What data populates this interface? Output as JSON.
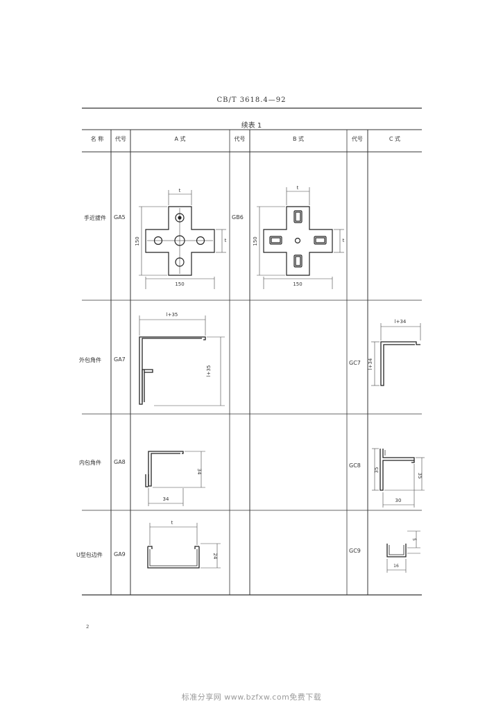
{
  "header": {
    "standard_no": "CB/T 3618.4—92",
    "continuation": "续表 1"
  },
  "columns": {
    "name": "名  称",
    "code_a": "代号",
    "style_a": "A  式",
    "code_b": "代号",
    "style_b": "B  式",
    "code_c": "代号",
    "style_c": "C  式"
  },
  "rows": [
    {
      "name": "手近拔件",
      "code_a": "GA5",
      "code_b": "GB6",
      "code_c": ""
    },
    {
      "name": "外包角件",
      "code_a": "GA7",
      "code_b": "",
      "code_c": "GC7"
    },
    {
      "name": "内包角件",
      "code_a": "GA8",
      "code_b": "",
      "code_c": "GC8"
    },
    {
      "name": "U型包边件",
      "code_a": "GA9",
      "code_b": "",
      "code_c": "GC9"
    }
  ],
  "dims": {
    "ga5_top": "t",
    "ga5_left": "150",
    "ga5_right": "t",
    "ga5_bottom": "150",
    "gb6_top": "t",
    "gb6_left": "150",
    "gb6_right": "t",
    "gb6_bottom": "150",
    "ga7_top": "l+35",
    "ga7_right": "l+35",
    "gc7_top": "l+34",
    "gc7_left": "l+34",
    "ga8_right": "34",
    "ga8_bottom": "34",
    "gc8_left": "35",
    "gc8_right": "35",
    "gc8_bottom": "30",
    "ga9_top": "t",
    "ga9_right": "24",
    "gc9_right": "5",
    "gc9_bottom": "16"
  },
  "page_number": "2",
  "watermark": "标准分享网 www.bzfxw.com免费下载"
}
